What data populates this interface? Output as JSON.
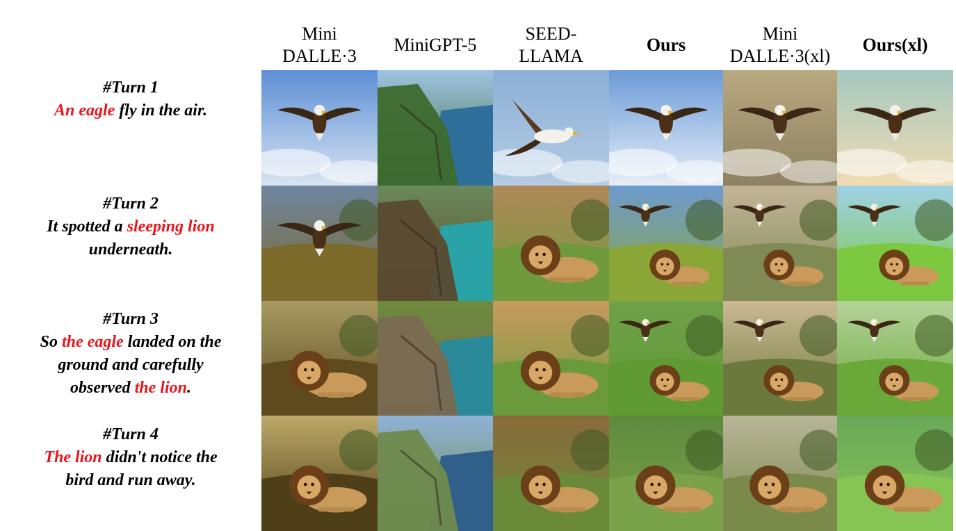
{
  "columns": [
    {
      "label": "Mini\nDALLE·3",
      "bold": false
    },
    {
      "label": "MiniGPT-5",
      "bold": false
    },
    {
      "label": "SEED-\nLLAMA",
      "bold": false
    },
    {
      "label": "Ours",
      "bold": true
    },
    {
      "label": "Mini\nDALLE·3(xl)",
      "bold": false
    },
    {
      "label": "Ours(xl)",
      "bold": true
    }
  ],
  "turns": [
    {
      "title": "#Turn 1",
      "lines": [
        [
          {
            "t": "An eagle",
            "hl": true
          },
          {
            "t": " fly in the air.",
            "hl": false
          }
        ]
      ]
    },
    {
      "title": "#Turn 2",
      "lines": [
        [
          {
            "t": "It spotted a ",
            "hl": false
          },
          {
            "t": "sleeping lion",
            "hl": true
          }
        ],
        [
          {
            "t": "underneath.",
            "hl": false
          }
        ]
      ]
    },
    {
      "title": "#Turn 3",
      "lines": [
        [
          {
            "t": "So ",
            "hl": false
          },
          {
            "t": "the eagle",
            "hl": true
          },
          {
            "t": " landed on the",
            "hl": false
          }
        ],
        [
          {
            "t": "ground and carefully",
            "hl": false
          }
        ],
        [
          {
            "t": "observed ",
            "hl": false
          },
          {
            "t": "the lion",
            "hl": true
          },
          {
            "t": ".",
            "hl": false
          }
        ]
      ]
    },
    {
      "title": "#Turn 4",
      "lines": [
        [
          {
            "t": "The lion",
            "hl": true
          },
          {
            "t": " didn't notice the",
            "hl": false
          }
        ],
        [
          {
            "t": "bird and run away.",
            "hl": false
          }
        ]
      ]
    }
  ],
  "colors": {
    "highlight": "#e8151b"
  },
  "grid": [
    [
      {
        "scene": "sky",
        "subjects": [
          "eagle"
        ],
        "sky": "#5d8fd6",
        "ground": "#d8e4f2"
      },
      {
        "scene": "coast",
        "subjects": [],
        "sky": "#9fc4e4",
        "ground": "#3d6a2e",
        "water": "#2f6f9c"
      },
      {
        "scene": "sky",
        "subjects": [
          "gull"
        ],
        "sky": "#8cb0d6",
        "ground": "#b4cce4"
      },
      {
        "scene": "sky",
        "subjects": [
          "eagle"
        ],
        "sky": "#6c9bd8",
        "ground": "#e6eef8"
      },
      {
        "scene": "sky",
        "subjects": [
          "eagle"
        ],
        "sky": "#b9a880",
        "ground": "#8c8160"
      },
      {
        "scene": "sky",
        "subjects": [
          "eagle"
        ],
        "sky": "#a5c8c0",
        "ground": "#f1dcb2"
      }
    ],
    [
      {
        "scene": "field",
        "subjects": [
          "eagle"
        ],
        "sky": "#6f85a0",
        "ground": "#7b6a2a"
      },
      {
        "scene": "coast",
        "subjects": [],
        "sky": "#6a8a5a",
        "ground": "#5a4a30",
        "water": "#2aa3a6"
      },
      {
        "scene": "field",
        "subjects": [
          "lion"
        ],
        "sky": "#b08858",
        "ground": "#6f9a3c"
      },
      {
        "scene": "field",
        "subjects": [
          "eagle",
          "lion"
        ],
        "sky": "#6d9ad0",
        "ground": "#8aa637"
      },
      {
        "scene": "field",
        "subjects": [
          "eagle",
          "lion"
        ],
        "sky": "#c3b597",
        "ground": "#7f8a55"
      },
      {
        "scene": "field",
        "subjects": [
          "eagle",
          "lion"
        ],
        "sky": "#9fd1e6",
        "ground": "#7cc83e"
      }
    ],
    [
      {
        "scene": "field",
        "subjects": [
          "lion"
        ],
        "sky": "#a89a62",
        "ground": "#5d4a1e"
      },
      {
        "scene": "coast",
        "subjects": [],
        "sky": "#6d8b3e",
        "ground": "#7a6a52",
        "water": "#2b8a9a"
      },
      {
        "scene": "field",
        "subjects": [
          "lion"
        ],
        "sky": "#c99a5e",
        "ground": "#6a9a3a"
      },
      {
        "scene": "field",
        "subjects": [
          "lion",
          "eagle"
        ],
        "sky": "#6fa04a",
        "ground": "#5f9a32"
      },
      {
        "scene": "field",
        "subjects": [
          "eagle",
          "lion"
        ],
        "sky": "#cbb994",
        "ground": "#6b7a3c"
      },
      {
        "scene": "field",
        "subjects": [
          "lion",
          "eagle"
        ],
        "sky": "#b4d39a",
        "ground": "#6aa83a"
      }
    ],
    [
      {
        "scene": "field",
        "subjects": [
          "lion"
        ],
        "sky": "#bda968",
        "ground": "#4e3f18"
      },
      {
        "scene": "coast",
        "subjects": [],
        "sky": "#8fb2d6",
        "ground": "#6f8a4e",
        "water": "#305f8a"
      },
      {
        "scene": "field",
        "subjects": [
          "lion"
        ],
        "sky": "#8a6a3a",
        "ground": "#6a8a3a"
      },
      {
        "scene": "field",
        "subjects": [
          "lion"
        ],
        "sky": "#5e8a3c",
        "ground": "#7aa24a"
      },
      {
        "scene": "field",
        "subjects": [
          "lion"
        ],
        "sky": "#b9b59a",
        "ground": "#7a8a4a"
      },
      {
        "scene": "field",
        "subjects": [
          "lion"
        ],
        "sky": "#6aa85a",
        "ground": "#86c453"
      }
    ]
  ]
}
